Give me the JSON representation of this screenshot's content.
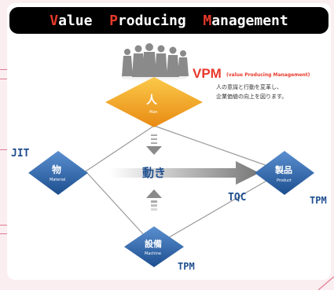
{
  "banner": {
    "w1_cap": "V",
    "w1_rest": "alue",
    "w2_cap": "P",
    "w2_rest": "roducing",
    "w3_cap": "M",
    "w3_rest": "anagement"
  },
  "vpm": {
    "title": "VPM",
    "subtitle": "(value Producing Management)",
    "desc_line1": "人の意識と行動を変革し、",
    "desc_line2": "企業価値の向上を図ります。"
  },
  "nodes": {
    "man": {
      "label": "人",
      "sub": "Man"
    },
    "material": {
      "label": "物",
      "sub": "Material"
    },
    "machine": {
      "label": "設備",
      "sub": "Machine"
    },
    "product": {
      "label": "製品",
      "sub": "Product"
    }
  },
  "center_label": "動き",
  "tags": {
    "jit": "JIT",
    "tqc": "TQC",
    "tpm_right": "TPM",
    "tpm_bottom": "TPM"
  },
  "colors": {
    "accent_red": "#e8392b",
    "orange_diamond": "#f0a020",
    "blue_diamond": "#2f63a6",
    "label_blue": "#1f4f8f"
  }
}
